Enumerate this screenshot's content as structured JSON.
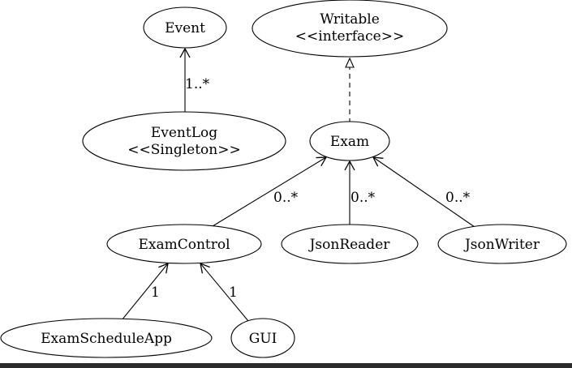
{
  "nodes": {
    "event": "Event",
    "writable": [
      "Writable",
      "<<interface>>"
    ],
    "eventlog": [
      "EventLog",
      "<<Singleton>>"
    ],
    "exam": "Exam",
    "examcontrol": "ExamControl",
    "jsonreader": "JsonReader",
    "jsonwriter": "JsonWriter",
    "examscheduleapp": "ExamScheduleApp",
    "gui": "GUI"
  },
  "edges": {
    "eventlog_event": "1..*",
    "examcontrol_exam": "0..*",
    "jsonreader_exam": "0..*",
    "jsonwriter_exam": "0..*",
    "examscheduleapp_examcontrol": "1",
    "gui_examcontrol": "1"
  }
}
